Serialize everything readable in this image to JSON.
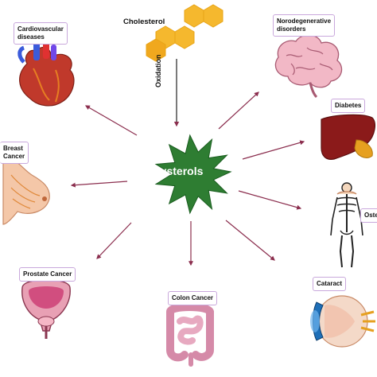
{
  "center": {
    "label": "Oxysterols",
    "color": "#2e7d32"
  },
  "source": {
    "label": "Cholesterol",
    "arrow_label": "Oxidation",
    "hex_color": "#f5b82e"
  },
  "arrow_color": "#8b2e4e",
  "label_border_color": "#c9a8dc",
  "targets": {
    "cardiovascular": {
      "line1": "Cardiovascular",
      "line2": "diseases",
      "icon": "heart-icon"
    },
    "neuro": {
      "line1": "Norodegenerative",
      "line2": "disorders",
      "icon": "brain-icon"
    },
    "diabetes": {
      "label": "Diabetes",
      "icon": "liver-icon"
    },
    "breast": {
      "line1": "Breast",
      "line2": "Cancer",
      "icon": "breast-icon"
    },
    "osteo": {
      "label": "Oste",
      "icon": "skeleton-icon"
    },
    "prostate": {
      "label": "Prostate Cancer",
      "icon": "bladder-icon"
    },
    "colon": {
      "label": "Colon Cancer",
      "icon": "intestine-icon"
    },
    "cataract": {
      "label": "Cataract",
      "icon": "eye-icon"
    }
  }
}
